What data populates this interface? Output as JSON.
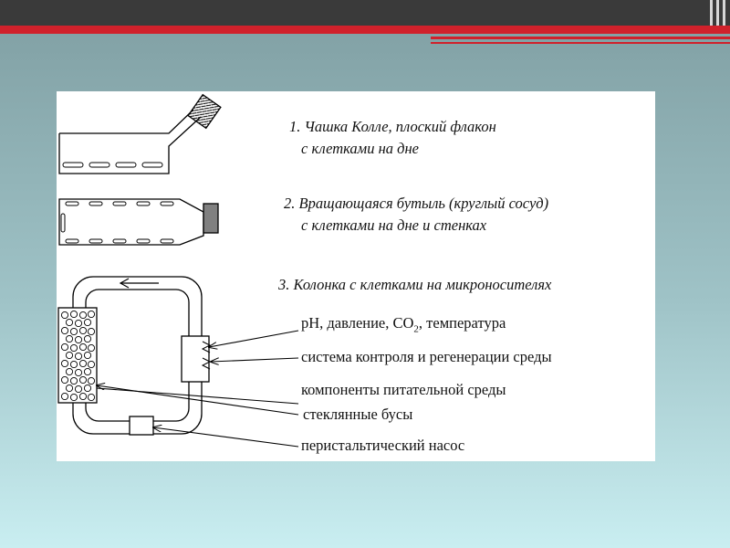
{
  "labels": {
    "item1_line1": "1. Чашка Колле, плоский флакон",
    "item1_line2": "с  клетками на дне",
    "item2_line1": "2. Вращающаяся бутыль (круглый сосуд)",
    "item2_line2": "с клетками на дне и стенках",
    "item3": "3. Колонка с клетками на микроносителях",
    "param_prefix": "pH, давление, CO",
    "param_sub": "2",
    "param_suffix": ", температура",
    "control": "система контроля и регенерации среды",
    "nutrients": "компоненты питательной среды",
    "beads": "стеклянные бусы",
    "pump": "перистальтический насос"
  },
  "colors": {
    "header_dark": "#3a3a3a",
    "accent_red": "#d0212b",
    "panel_white": "#ffffff",
    "line_black": "#000000"
  }
}
